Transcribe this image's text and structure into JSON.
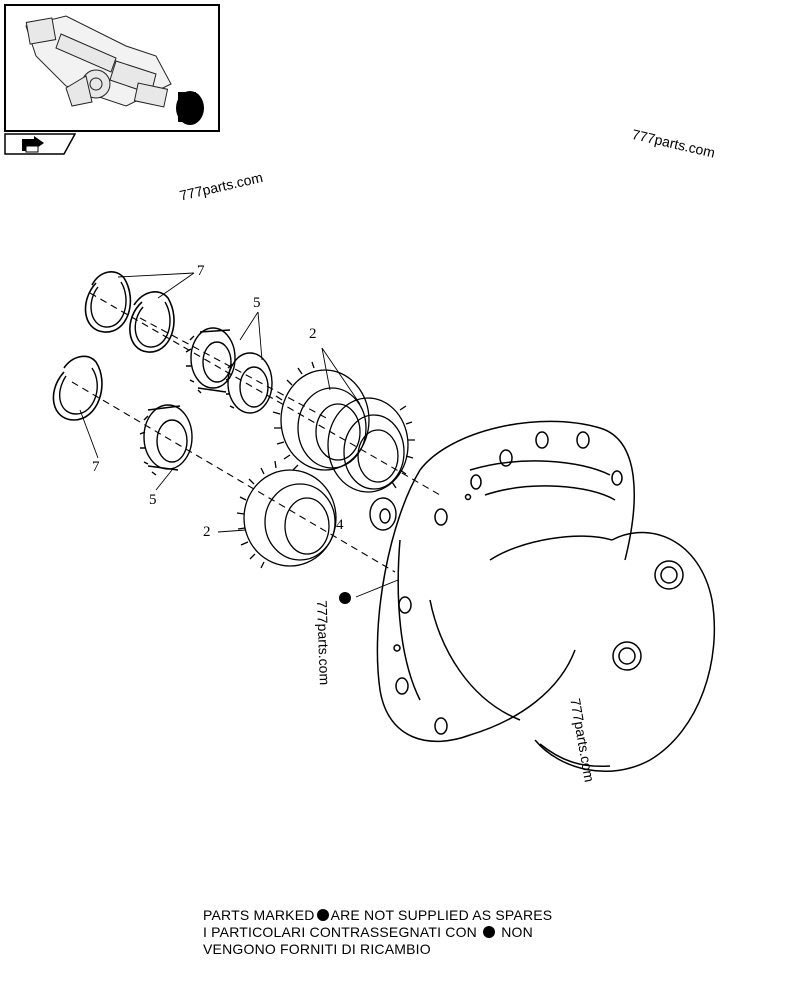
{
  "watermarks": [
    "777parts.com",
    "777parts.com",
    "777parts.com",
    "777parts.com"
  ],
  "callouts": {
    "ring_upper": "7",
    "ring_lower": "7",
    "needle_upper": "5",
    "needle_lower": "5",
    "gear_upper": "2",
    "gear_lower": "2",
    "washer": "4"
  },
  "note": {
    "line1_a": "PARTS MARKED",
    "line1_b": "ARE NOT SUPPLIED AS SPARES",
    "line2_a": "I  PARTICOLARI  CONTRASSEGNATI  CON",
    "line2_b": "NON",
    "line3": "VENGONO FORNITI DI RICAMBIO"
  },
  "icons": {
    "thumbnail": "axle-assembly-thumbnail",
    "nav": "navigate-arrow-icon",
    "marker": "filled-dot-marker"
  }
}
